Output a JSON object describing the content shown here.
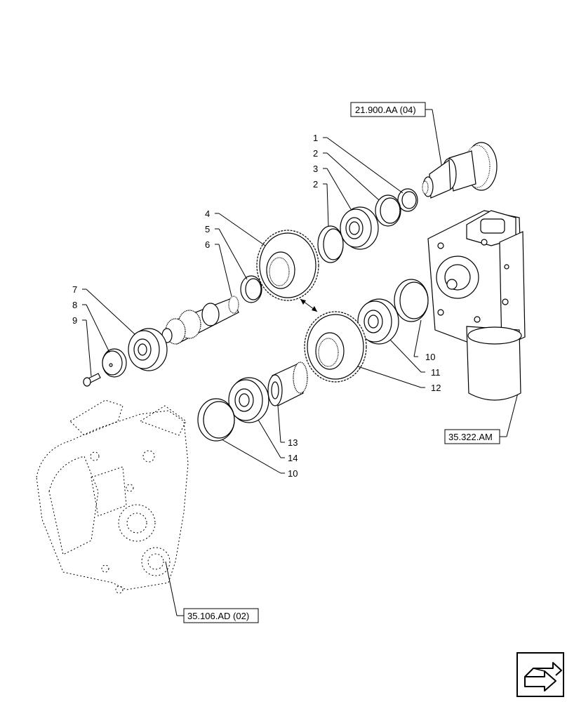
{
  "references": {
    "top": "21.900.AA (04)",
    "right": "35.322.AM",
    "bottom": "35.106.AD (02)"
  },
  "callouts": [
    "1",
    "2",
    "3",
    "2",
    "4",
    "5",
    "6",
    "7",
    "8",
    "9",
    "10",
    "11",
    "12",
    "13",
    "14",
    "10"
  ],
  "nav_icon": "next-page-arrow-icon"
}
